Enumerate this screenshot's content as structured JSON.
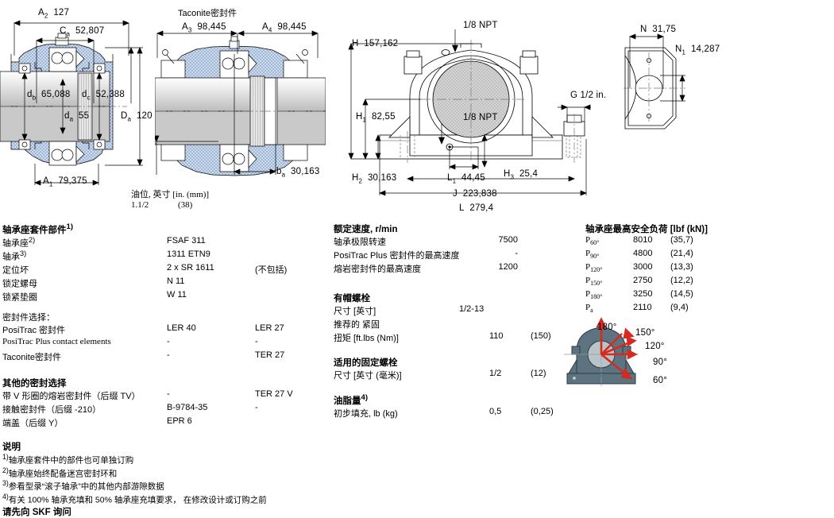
{
  "drawings": {
    "fig1": {
      "dims": [
        {
          "sym": "A",
          "sub": "2",
          "val": "127"
        },
        {
          "sym": "C",
          "sub": "a",
          "val": "52,807"
        },
        {
          "sym": "d",
          "sub": "b",
          "val": "65,088"
        },
        {
          "sym": "d",
          "sub": "c",
          "val": "52,388"
        },
        {
          "sym": "d",
          "sub": "a",
          "val": "55"
        },
        {
          "sym": "D",
          "sub": "a",
          "val": "120"
        },
        {
          "sym": "A",
          "sub": "1",
          "val": "79,375"
        }
      ]
    },
    "fig2": {
      "title": "Taconite密封件",
      "dims": [
        {
          "sym": "A",
          "sub": "3",
          "val": "98,445"
        },
        {
          "sym": "A",
          "sub": "4",
          "val": "98,445"
        },
        {
          "sym": "b",
          "sub": "a",
          "val": "30,163"
        }
      ]
    },
    "oil": {
      "label": "油位, 英寸 [in. (mm)]",
      "value_in": "1.1/2",
      "value_mm": "(38)"
    },
    "fig3": {
      "npt_top": "1/8 NPT",
      "npt_mid": "1/8 NPT",
      "g_label": "G 1/2 in.",
      "dims": [
        {
          "sym": "H",
          "sub": "",
          "val": "157,162"
        },
        {
          "sym": "H",
          "sub": "1",
          "val": "82,55"
        },
        {
          "sym": "H",
          "sub": "2",
          "val": "30,163"
        },
        {
          "sym": "H",
          "sub": "3",
          "val": "25,4"
        },
        {
          "sym": "L",
          "sub": "1",
          "val": "44,45"
        },
        {
          "sym": "J",
          "sub": "",
          "val": "223,838"
        },
        {
          "sym": "L",
          "sub": "",
          "val": "279,4"
        }
      ]
    },
    "fig4": {
      "dims": [
        {
          "sym": "N",
          "sub": "",
          "val": "31,75"
        },
        {
          "sym": "N",
          "sub": "1",
          "val": "14,287"
        }
      ]
    }
  },
  "parts": {
    "heading": "轴承座套件部件",
    "heading_sup": "1)",
    "rows": [
      {
        "label": "轴承座",
        "sup": "2)",
        "c1": "FSAF 311",
        "c2": ""
      },
      {
        "label": "轴承",
        "sup": "3)",
        "c1": "1311 ETN9",
        "c2": ""
      },
      {
        "label": "定位坏",
        "sup": "",
        "c1": "2 x SR 1611",
        "c2": "(不包括)"
      },
      {
        "label": "锁定螺母",
        "sup": "",
        "c1": "N 11",
        "c2": ""
      },
      {
        "label": "锁紧垫圈",
        "sup": "",
        "c1": "W 11",
        "c2": ""
      }
    ],
    "seal_heading": "密封件选择：",
    "seal_rows": [
      {
        "label": "PosiTrac 密封件",
        "c1": "LER 40",
        "c2": "LER 27"
      },
      {
        "label": "PosiTrac Plus contact elements",
        "c1": "-",
        "c2": "-"
      },
      {
        "label": "Taconite密封件",
        "c1": "-",
        "c2": "TER 27"
      }
    ],
    "other_heading": "其他的密封选择",
    "other_rows": [
      {
        "label": "带 V 形圈的熔岩密封件（后缀 TV）",
        "c1": "-",
        "c2": "TER 27 V"
      },
      {
        "label": "接触密封件（后缀 -210）",
        "c1": "B-9784-35",
        "c2": "-"
      },
      {
        "label": "端盖（后缀 Y）",
        "c1": "EPR 6",
        "c2": ""
      }
    ]
  },
  "speed": {
    "heading": "额定速度, r/min",
    "rows": [
      {
        "label": "轴承极限转速",
        "c1": "7500",
        "c2": ""
      },
      {
        "label": "PosiTrac Plus 密封件的最高速度",
        "c1": "-",
        "c2": ""
      },
      {
        "label": "熔岩密封件的最高速度",
        "c1": "1200",
        "c2": ""
      }
    ]
  },
  "capbolts": {
    "heading": "有帽螺栓",
    "rows": [
      {
        "label": "尺寸 [英寸]",
        "c1": "1/2-13",
        "c2": ""
      },
      {
        "label": "推荐的 紧固",
        "c1": "",
        "c2": ""
      },
      {
        "label": "扭矩 [ft.lbs (Nm)]",
        "c1": "110",
        "c2": "(150)"
      }
    ]
  },
  "holddown": {
    "heading": "适用的固定螺栓",
    "rows": [
      {
        "label": "尺寸 [英寸 (毫米)]",
        "c1": "1/2",
        "c2": "(12)"
      }
    ]
  },
  "grease": {
    "heading": "油脂量",
    "heading_sup": "4)",
    "rows": [
      {
        "label": "初步填充, lb (kg)",
        "c1": "0,5",
        "c2": "(0,25)"
      }
    ]
  },
  "loads": {
    "heading": "轴承座最高安全负荷 [lbf (kN)]",
    "rows": [
      {
        "sym": "P",
        "sub": "60°",
        "c1": "8010",
        "c2": "(35,7)"
      },
      {
        "sym": "P",
        "sub": "90°",
        "c1": "4800",
        "c2": "(21,4)"
      },
      {
        "sym": "P",
        "sub": "120°",
        "c1": "3000",
        "c2": "(13,3)"
      },
      {
        "sym": "P",
        "sub": "150°",
        "c1": "2750",
        "c2": "(12,2)"
      },
      {
        "sym": "P",
        "sub": "180°",
        "c1": "3250",
        "c2": "(14,5)"
      },
      {
        "sym": "P",
        "sub": "a",
        "c1": "2110",
        "c2": "(9,4)"
      }
    ]
  },
  "angles": {
    "items": [
      "180°",
      "150°",
      "120°",
      "90°",
      "60°"
    ]
  },
  "notes": {
    "heading": "说明",
    "items": [
      {
        "sup": "1)",
        "text": "轴承座套件中的部件也可单独订购"
      },
      {
        "sup": "2)",
        "text": "轴承座始终配备迷宫密封环和"
      },
      {
        "sup": "3)",
        "text": "参看型录“滚子轴承”中的其他内部游隙数据"
      },
      {
        "sup": "4)",
        "text": "有关 100% 轴承充填和 50% 轴承座充填要求， 在修改设计或订购之前"
      }
    ],
    "footer": "请先向 SKF 询问"
  },
  "colors": {
    "housing_fill": "#c3d4e8",
    "shaft_fill": "#d8d8d8",
    "angle_housing": "#5d7480",
    "arrow_red": "#d52b1e",
    "line": "#000000"
  }
}
